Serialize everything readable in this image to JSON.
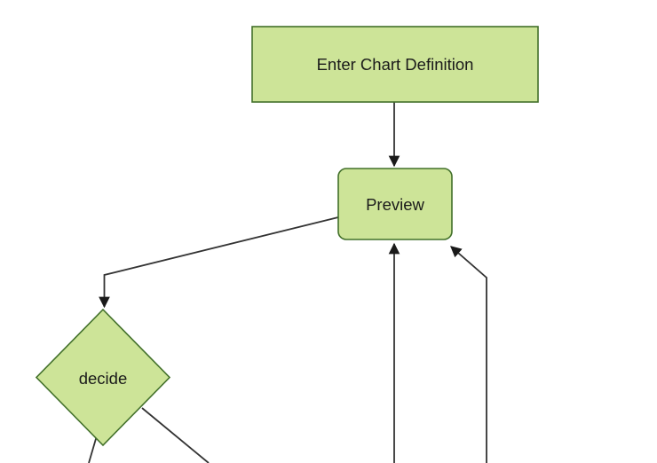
{
  "diagram": {
    "type": "flowchart",
    "direction": "top-down",
    "view": "partial (bottom nodes cropped off-screen)",
    "background": "#ffffff",
    "colors": {
      "node_fill": "#cde498",
      "node_border": "#42702a",
      "edge_line": "#333333",
      "arrowhead": "#1a1a1a",
      "label_text": "#1a1a1a"
    },
    "nodes": [
      {
        "id": "enter-chart-definition",
        "label": "Enter Chart Definition",
        "shape": "rectangle"
      },
      {
        "id": "preview",
        "label": "Preview",
        "shape": "rounded-rectangle"
      },
      {
        "id": "decide",
        "label": "decide",
        "shape": "diamond"
      }
    ],
    "edges": [
      {
        "from": "enter-chart-definition",
        "to": "preview",
        "arrow": "down"
      },
      {
        "from": "preview",
        "to": "decide",
        "arrow": "down-left then down"
      },
      {
        "from": "decide",
        "to": "offscreen-bottom-left",
        "arrow": "none-visible"
      },
      {
        "from": "decide",
        "to": "offscreen-bottom-right",
        "arrow": "none-visible"
      },
      {
        "from": "offscreen-bottom-center",
        "to": "preview",
        "arrow": "up"
      },
      {
        "from": "offscreen-bottom-right",
        "to": "preview",
        "arrow": "up-left"
      }
    ]
  }
}
